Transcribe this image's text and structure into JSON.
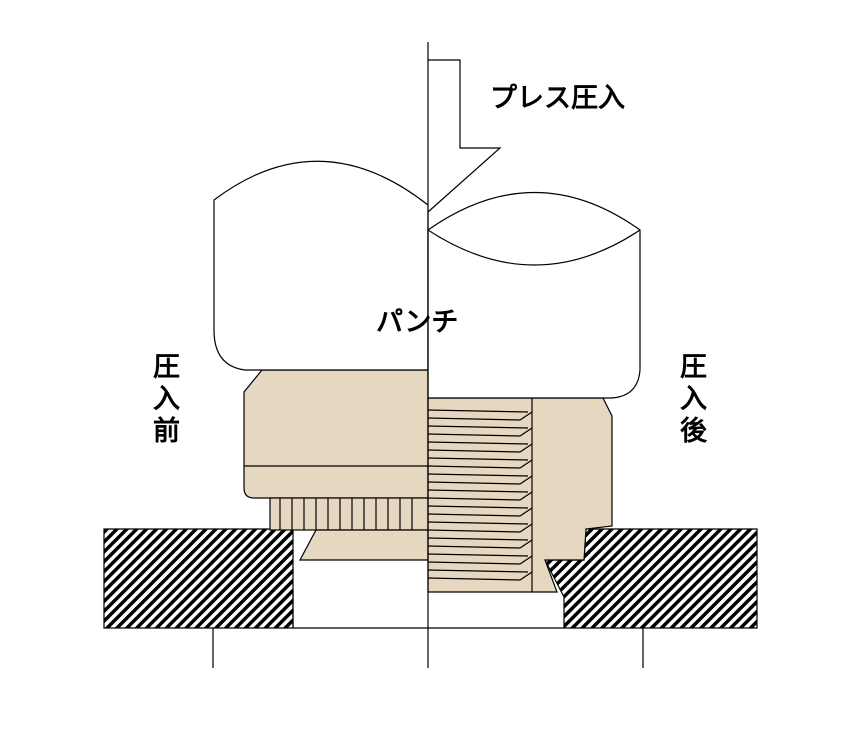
{
  "labels": {
    "press_fit": "プレス圧入",
    "punch": "パンチ",
    "before_fit": [
      "圧",
      "入",
      "前"
    ],
    "after_fit": [
      "圧",
      "入",
      "後"
    ]
  },
  "colors": {
    "nut_fill": "#e6d8c0",
    "line": "#000000",
    "background": "#ffffff"
  }
}
